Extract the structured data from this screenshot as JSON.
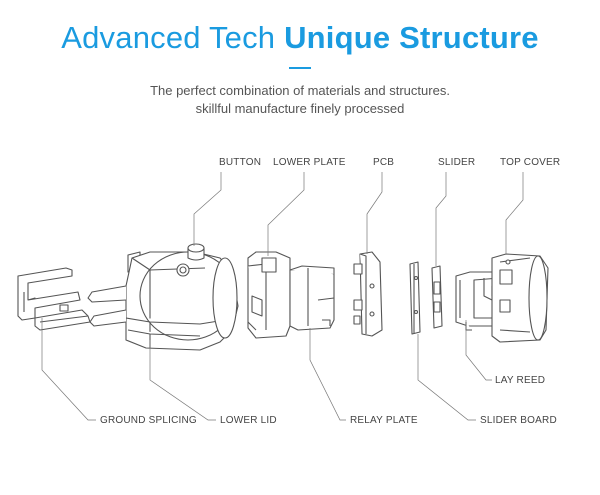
{
  "header": {
    "title_light": "Advanced Tech",
    "title_bold": "Unique Structure",
    "subtitle_line1": "The perfect combination of materials and structures.",
    "subtitle_line2": "skillful manufacture finely processed",
    "accent_color": "#1a9be0"
  },
  "labels": {
    "button": "BUTTON",
    "lower_plate": "LOWER PLATE",
    "pcb": "PCB",
    "slider": "SLIDER",
    "top_cover": "TOP COVER",
    "lay_reed": "LAY REED",
    "ground_splicing": "GROUND SPLICING",
    "lower_lid": "LOWER LID",
    "relay_plate": "RELAY PLATE",
    "slider_board": "SLIDER BOARD"
  }
}
